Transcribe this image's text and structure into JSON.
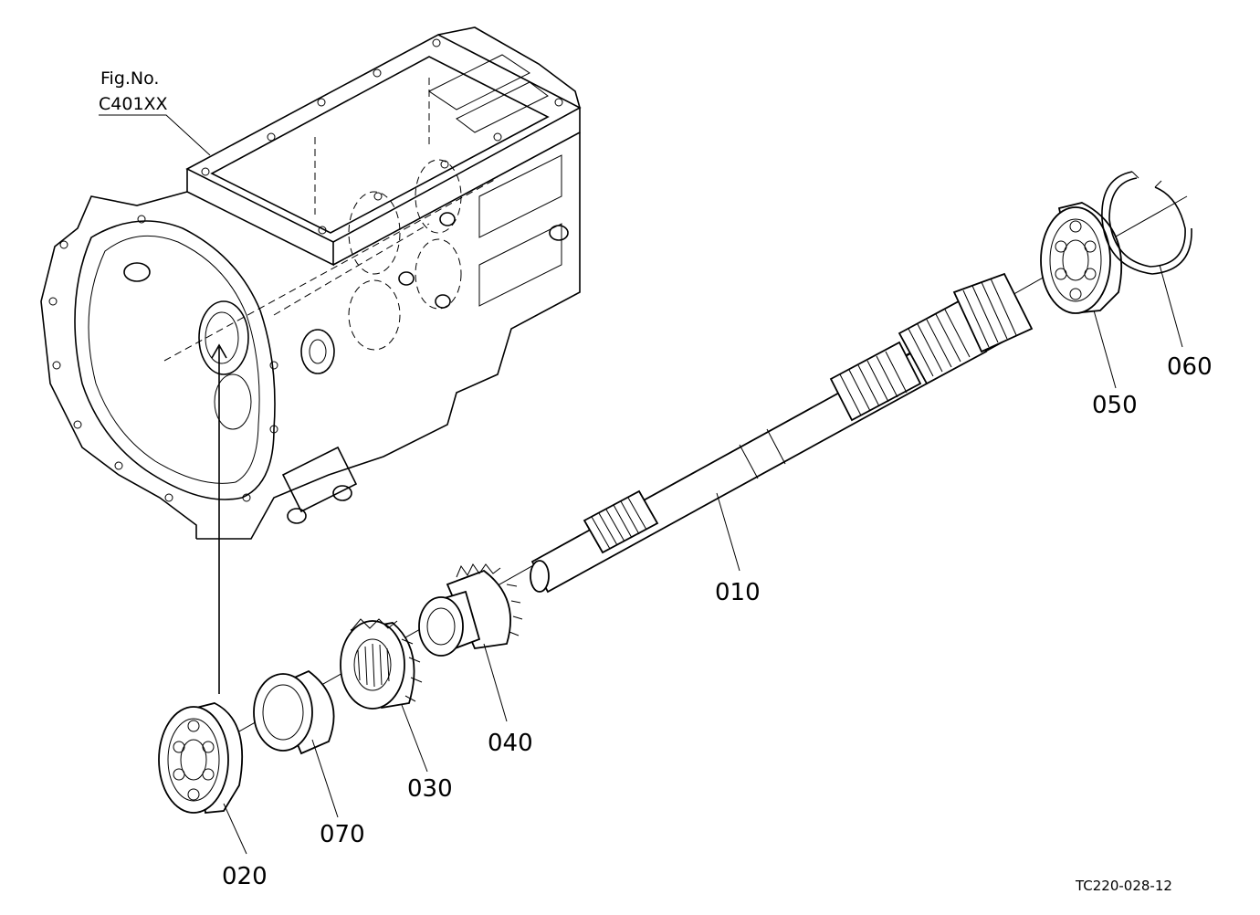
{
  "figure_ref": {
    "line1": "Fig.No.",
    "line2": "C401XX"
  },
  "part_labels": {
    "p010": "010",
    "p020": "020",
    "p030": "030",
    "p040": "040",
    "p050": "050",
    "p060": "060",
    "p070": "070"
  },
  "drawing_code": "TC220-028-12"
}
